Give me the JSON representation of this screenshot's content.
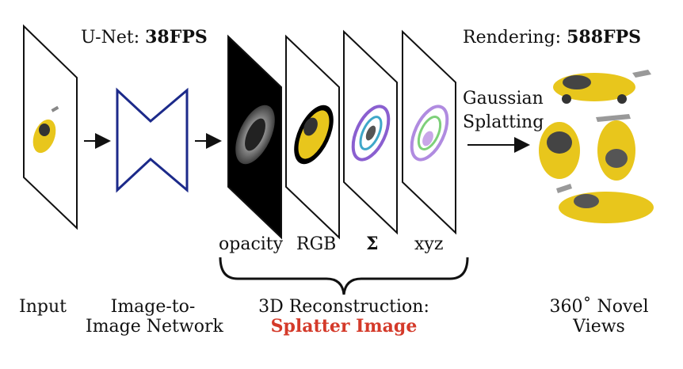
{
  "unet": {
    "prefix": "U-Net:",
    "fps": "38FPS"
  },
  "rendering": {
    "prefix": "Rendering:",
    "fps": "588FPS"
  },
  "gaussian": {
    "line1": "Gaussian",
    "line2": "Splatting"
  },
  "channels": {
    "opacity": "opacity",
    "rgb": "RGB",
    "sigma": "Σ",
    "xyz": "xyz"
  },
  "bottom": {
    "input": "Input",
    "network_line1": "Image-to-",
    "network_line2": "Image Network",
    "recon_line1": "3D Reconstruction:",
    "recon_line2": "Splatter Image",
    "views_line1": "360˚ Novel",
    "views_line2": "Views"
  },
  "colors": {
    "unet_stroke": "#1c2a8a",
    "accent_red": "#d43a2a",
    "car_yellow": "#e8c61c"
  }
}
